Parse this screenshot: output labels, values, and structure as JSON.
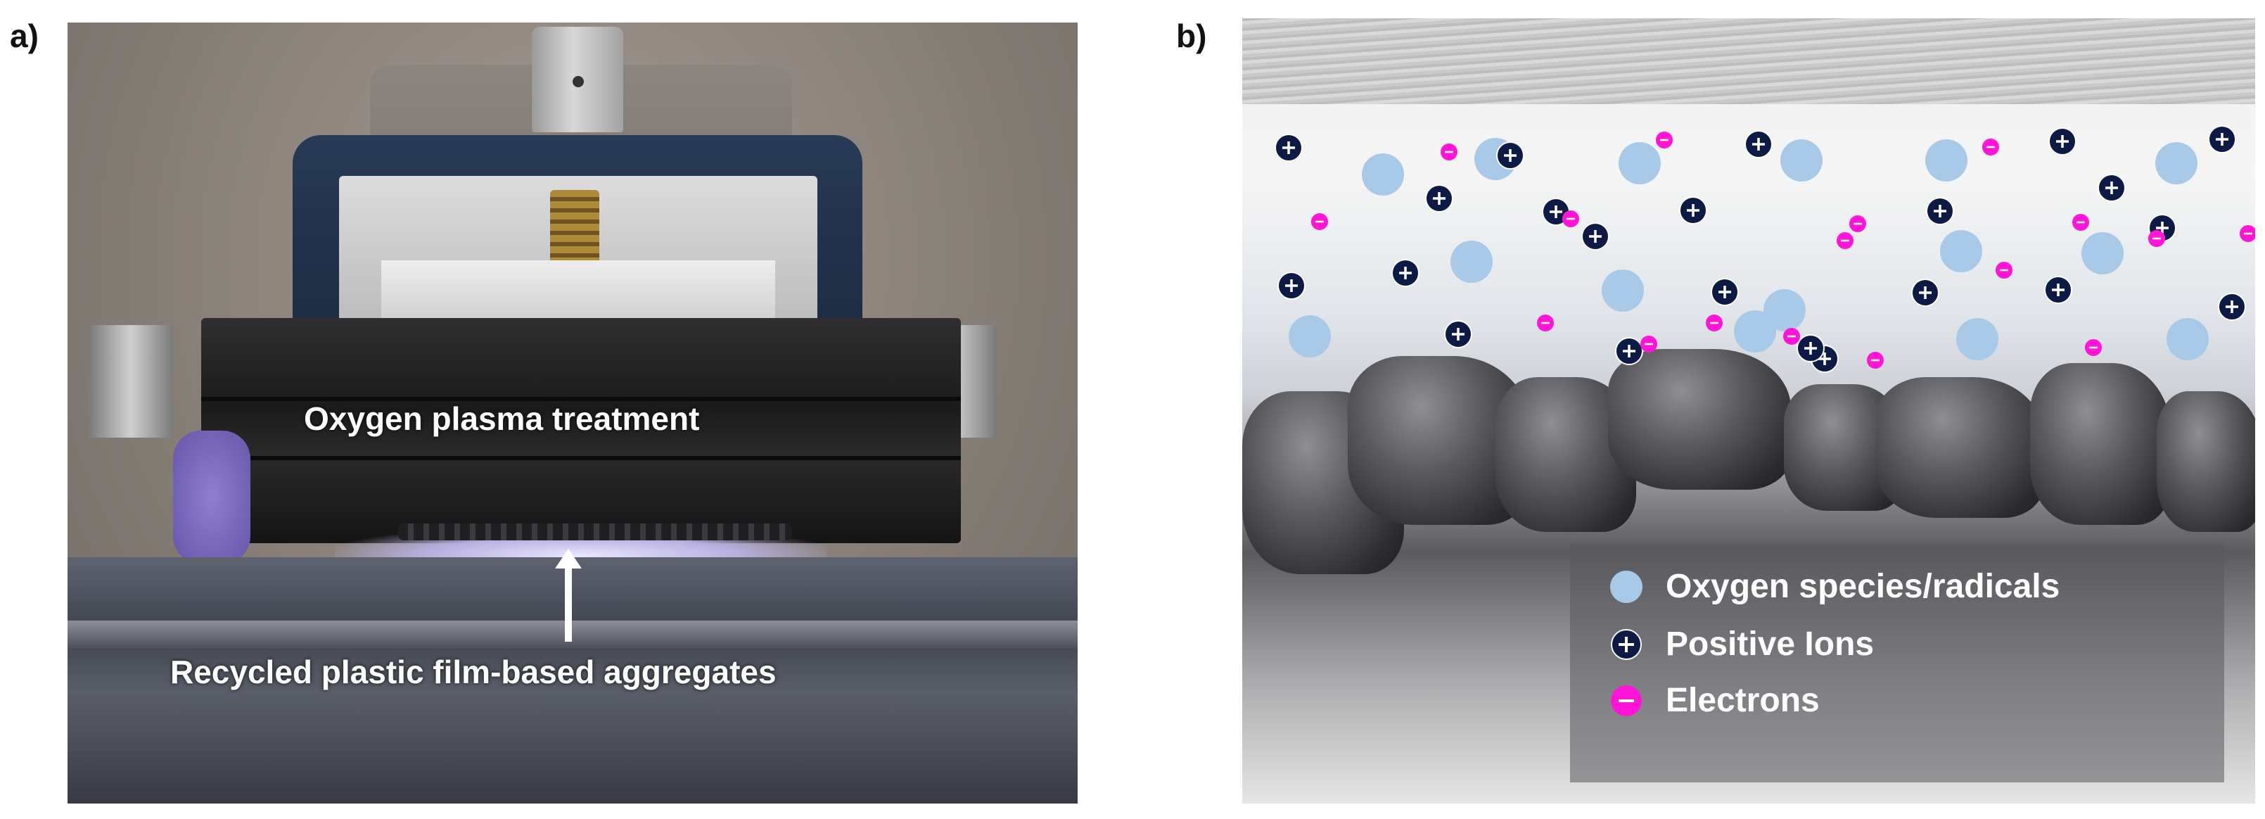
{
  "panel_a": {
    "tag": "a)",
    "plasma_label": "Oxygen plasma treatment",
    "aggregates_label": "Recycled plastic film-based aggregates"
  },
  "panel_b": {
    "tag": "b)",
    "legend": [
      {
        "label": "Oxygen species/radicals",
        "icon": "oxygen-species-circle"
      },
      {
        "label": "Positive Ions",
        "icon": "plus-ion-circle"
      },
      {
        "label": "Electrons",
        "icon": "minus-electron-circle"
      }
    ]
  },
  "colors": {
    "oxygen_species": "#a9c9e8",
    "positive_ion": "#0d1a45",
    "electron": "#ff14d8",
    "label_text": "#ffffff"
  }
}
